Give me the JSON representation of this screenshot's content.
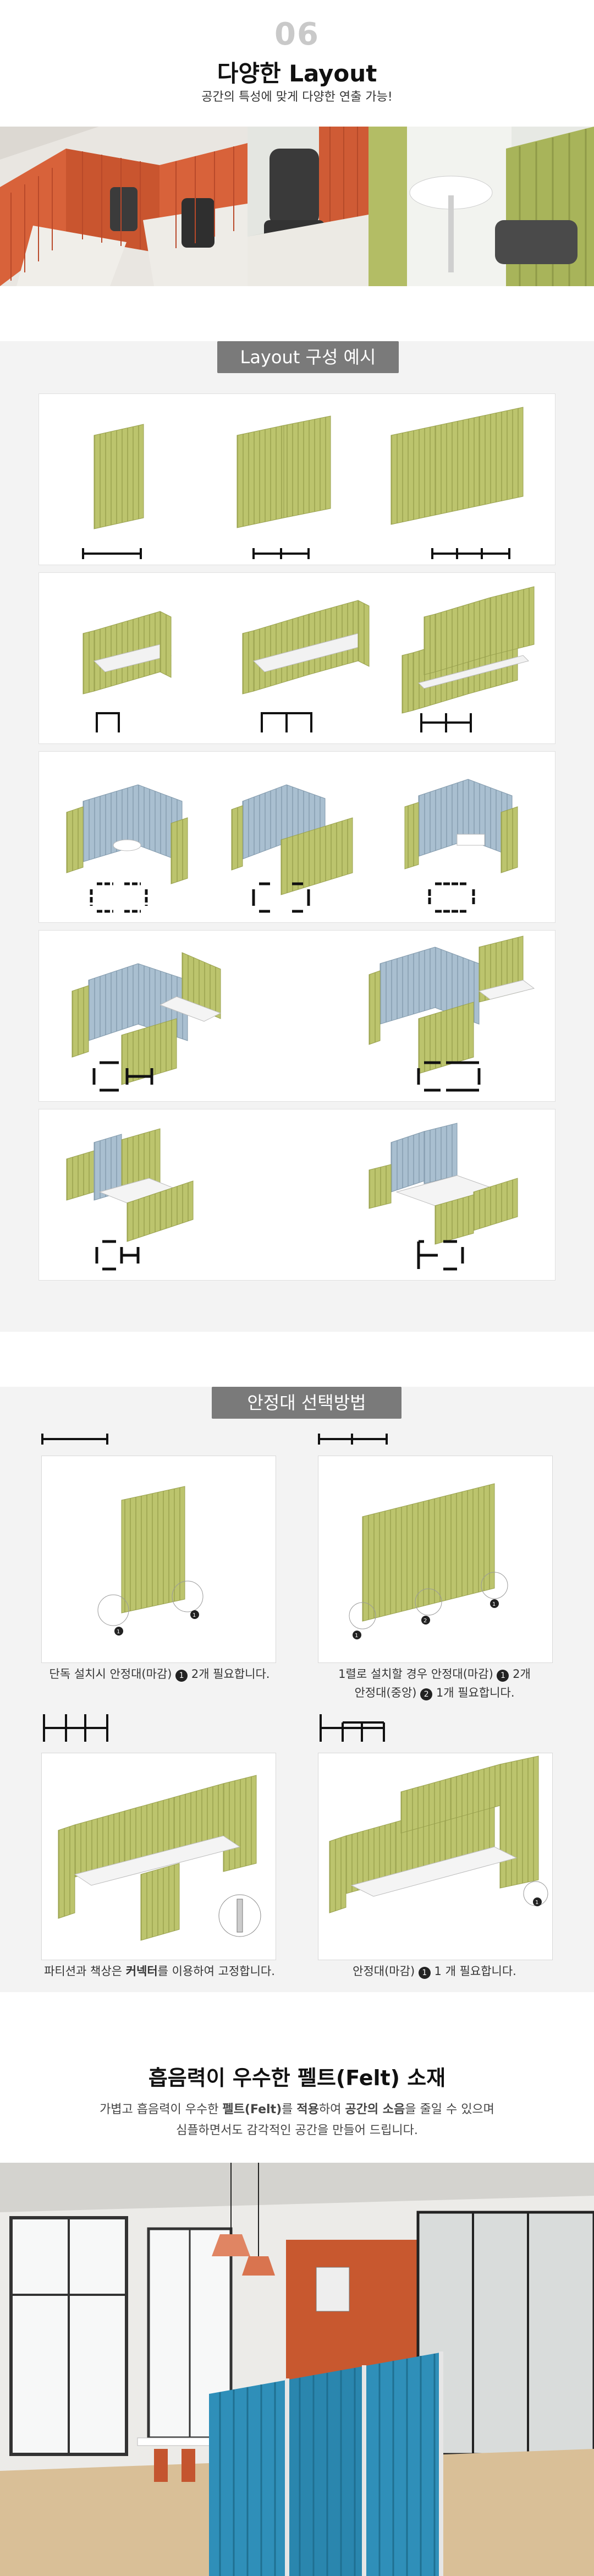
{
  "section1": {
    "number": "06",
    "title": "다양한 Layout",
    "subtitle": "공간의 특성에 맞게 다양한 연출 가능!"
  },
  "section2": {
    "header": "Layout 구성 예시"
  },
  "section3": {
    "header": "안정대 선택방법",
    "items": [
      {
        "caption_pre": "단독 설치시 안정대(마감)",
        "badge": "1",
        "caption_post": "2개 필요합니다."
      },
      {
        "caption_line1_pre": "1렬로 설치할 경우 안정대(마감)",
        "badge1": "1",
        "caption_line1_post": "2개",
        "caption_line2_pre": "안정대(중앙)",
        "badge2": "2",
        "caption_line2_post": "1개 필요합니다."
      },
      {
        "caption_pre": "파티션과 책상은 ",
        "caption_bold": "커넥터",
        "caption_post": "를 이용하여 고정합니다."
      },
      {
        "caption_pre": "안정대(마감)",
        "badge": "1",
        "caption_post": "1 개 필요합니다."
      }
    ]
  },
  "section4": {
    "title": "흡음력이 우수한 펠트(Felt) 소재",
    "line1_a": "가볍고 흡음력이 우수한 ",
    "line1_b": "펠트(Felt)",
    "line1_c": "를 ",
    "line1_d": "적용",
    "line1_e": "하여 ",
    "line1_f": "공간의 소음",
    "line1_g": "을 줄일 수 있으며",
    "line2": "심플하면서도 감각적인 공간을 만들어 드립니다."
  },
  "colors": {
    "olive": "#b9c16a",
    "blue_panel": "#9fb7c9",
    "orange": "#d8623a",
    "teal": "#2f8fb9"
  }
}
